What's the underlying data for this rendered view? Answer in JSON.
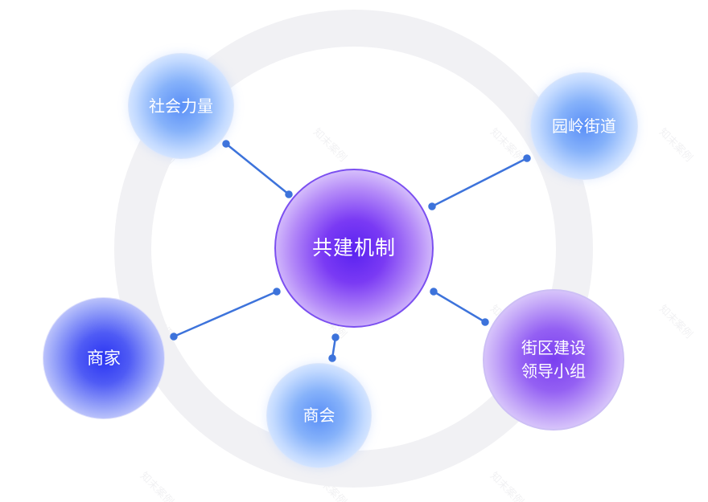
{
  "diagram": {
    "center": "共建机制",
    "nodes": {
      "shehui": "社会力量",
      "yuanling": "园岭街道",
      "shangjia": "商家",
      "shanghui": "商会",
      "jiequ_line1": "街区建设",
      "jiequ_line2": "领导小组"
    }
  },
  "watermark": "知末案例",
  "colors": {
    "connector": "#3d73db",
    "ring": "#f1f1f4",
    "center_border": "#7b4ff0"
  }
}
